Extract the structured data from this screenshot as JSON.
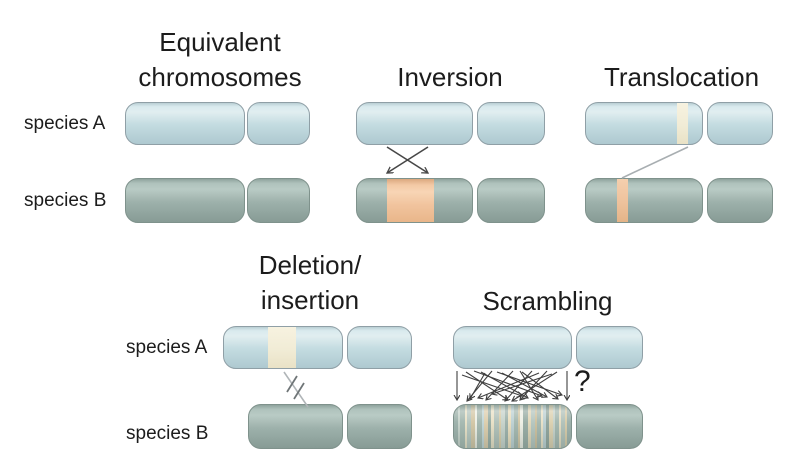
{
  "colors": {
    "bg": "#ffffff",
    "text": "#1c1c1c",
    "chrA_top": "#d9eaee",
    "chrA_mid": "#c4dce1",
    "chrA_bot": "#aec9d0",
    "chrA_border": "#8f9fa6",
    "chrB_top": "#afc2bc",
    "chrB_mid": "#9db1ab",
    "chrB_bot": "#879b95",
    "chrB_border": "#7f928c",
    "inv_top": "#f3c9a5",
    "inv_mid": "#f1c49e",
    "inv_bot": "#e9b68a",
    "cream_band": "#f1ecd6",
    "orange_band": "#eec29c",
    "arrow": "#474747",
    "connector": "#a8aeb1"
  },
  "labels": {
    "species_a": "species A",
    "species_b": "species B"
  },
  "panels": {
    "equivalent": {
      "title_line1": "Equivalent",
      "title_line2": "chromosomes"
    },
    "inversion": {
      "title": "Inversion"
    },
    "translocation": {
      "title": "Translocation"
    },
    "deletion_insertion": {
      "title_line1": "Deletion/",
      "title_line2": "insertion"
    },
    "scrambling": {
      "title": "Scrambling",
      "question_mark": "?",
      "stripes": [
        {
          "c": "#9fb3ad",
          "w": 3
        },
        {
          "c": "#c8d4cc",
          "w": 2
        },
        {
          "c": "#a7bab2",
          "w": 4
        },
        {
          "c": "#e9e2c8",
          "w": 2
        },
        {
          "c": "#b7c7c0",
          "w": 3
        },
        {
          "c": "#d4c8a8",
          "w": 3
        },
        {
          "c": "#eef0e6",
          "w": 2
        },
        {
          "c": "#a7bab2",
          "w": 4
        },
        {
          "c": "#c2d6d8",
          "w": 2
        },
        {
          "c": "#decfae",
          "w": 3
        },
        {
          "c": "#9aaea6",
          "w": 3
        },
        {
          "c": "#e9e2c8",
          "w": 2
        },
        {
          "c": "#b3c3bb",
          "w": 4
        },
        {
          "c": "#d9cdab",
          "w": 2
        },
        {
          "c": "#c8d4cc",
          "w": 3
        },
        {
          "c": "#9fb3ad",
          "w": 3
        },
        {
          "c": "#eadfc0",
          "w": 2
        },
        {
          "c": "#bfd2d4",
          "w": 3
        },
        {
          "c": "#a7bab2",
          "w": 3
        },
        {
          "c": "#d4c8a8",
          "w": 2
        },
        {
          "c": "#eef0e6",
          "w": 2
        },
        {
          "c": "#9aaea6",
          "w": 4
        },
        {
          "c": "#e2d8ba",
          "w": 3
        },
        {
          "c": "#b7c7c0",
          "w": 3
        },
        {
          "c": "#cfc2a0",
          "w": 2
        },
        {
          "c": "#a7bab2",
          "w": 3
        },
        {
          "c": "#e9e2c8",
          "w": 2
        },
        {
          "c": "#bfd2d4",
          "w": 2
        },
        {
          "c": "#93a79f",
          "w": 3
        },
        {
          "c": "#ddd2b2",
          "w": 3
        },
        {
          "c": "#c8d4cc",
          "w": 2
        },
        {
          "c": "#a7bab2",
          "w": 3
        },
        {
          "c": "#e6ddc2",
          "w": 2
        },
        {
          "c": "#b3c3bb",
          "w": 3
        },
        {
          "c": "#d9cdab",
          "w": 2
        },
        {
          "c": "#9fb3ad",
          "w": 3
        }
      ]
    }
  }
}
